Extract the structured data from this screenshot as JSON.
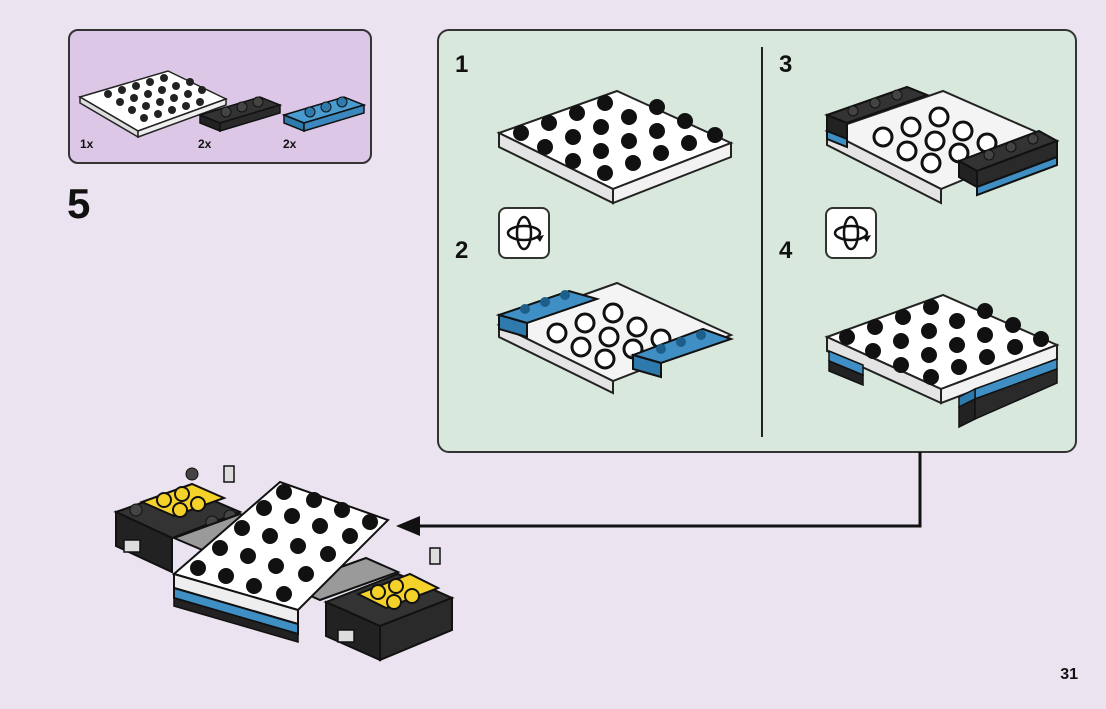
{
  "step": {
    "number": "5"
  },
  "parts": [
    {
      "qty": "1x",
      "name": "white plate",
      "color": "#ffffff"
    },
    {
      "qty": "2x",
      "name": "black plate",
      "color": "#2b2b2b"
    },
    {
      "qty": "2x",
      "name": "blue plate",
      "color": "#3f8fc4"
    }
  ],
  "substeps": [
    {
      "number": "1"
    },
    {
      "number": "2",
      "icon": "rotate-icon"
    },
    {
      "number": "3"
    },
    {
      "number": "4",
      "icon": "rotate-icon"
    }
  ],
  "colors": {
    "background": "#ece3f1",
    "parts_box": "#dcc8e6",
    "substep_panel": "#d8e8dc",
    "accent_blue": "#3f8fc4",
    "accent_yellow": "#f5d22a"
  },
  "page": {
    "number": "31"
  }
}
